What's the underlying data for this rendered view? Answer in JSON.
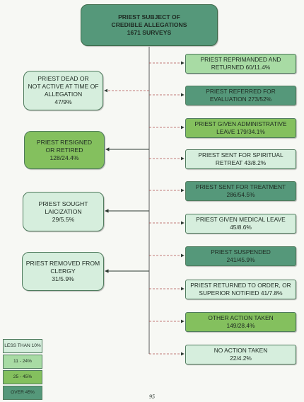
{
  "colors": {
    "less_than_10": "#d6eedd",
    "pct_11_24": "#a8dba4",
    "pct_25_45": "#84c05e",
    "over_45": "#55987a"
  },
  "top": {
    "line1": "PRIEST SUBJECT OF",
    "line2": "CREDIBLE ALLEGATIONS",
    "line3": "1671 SURVEYS"
  },
  "left": [
    {
      "l1": "PRIEST DEAD OR",
      "l2": "NOT ACTIVE AT TIME OF",
      "l3": "ALLEGATION",
      "l4": "47/9%"
    },
    {
      "l1": "PRIEST RESIGNED",
      "l2": "OR RETIRED",
      "l3": "128/24.4%"
    },
    {
      "l1": "PRIEST SOUGHT",
      "l2": "LAICIZATION",
      "l3": "29/5.5%"
    },
    {
      "l1": "PRIEST REMOVED FROM",
      "l2": "CLERGY",
      "l3": "31/5.9%"
    }
  ],
  "right": [
    {
      "l1": "PRIEST REPRIMANDED AND",
      "l2": "RETURNED    60/11.4%"
    },
    {
      "l1": "PRIEST REFERRED FOR",
      "l2": "EVALUATION    273/52%"
    },
    {
      "l1": "PRIEST GIVEN ADMINISTRATIVE",
      "l2": "LEAVE    179/34.1%"
    },
    {
      "l1": "PRIEST SENT FOR SPIRITUAL",
      "l2": "RETREAT    43/8.2%"
    },
    {
      "l1": "PRIEST SENT FOR TREATMENT",
      "l2": "286/54.5%"
    },
    {
      "l1": "PRIEST GIVEN MEDICAL LEAVE",
      "l2": "45/8.6%"
    },
    {
      "l1": "PRIEST SUSPENDED",
      "l2": "241/45.9%"
    },
    {
      "l1": "PRIEST RETURNED TO ORDER, OR",
      "l2": "SUPERIOR NOTIFIED    41/7.8%"
    },
    {
      "l1": "OTHER ACTION TAKEN",
      "l2": "149/28.4%"
    },
    {
      "l1": "NO ACTION TAKEN",
      "l2": "22/4.2%"
    }
  ],
  "legend": [
    "LESS THAN 10%",
    "11 - 24%",
    "25 - 45%",
    "OVER 45%"
  ],
  "page_number": "95"
}
